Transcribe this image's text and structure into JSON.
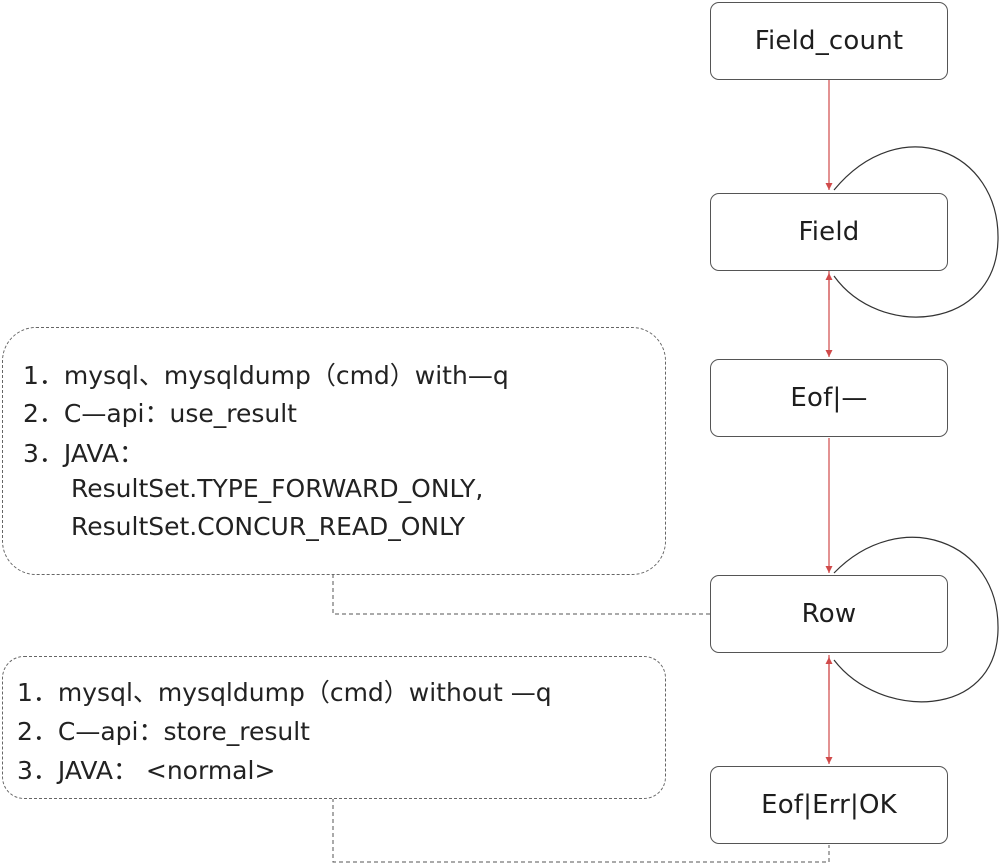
{
  "nodes": [
    {
      "id": "field-count",
      "label": "Field_count"
    },
    {
      "id": "field",
      "label": "Field"
    },
    {
      "id": "eof",
      "label": "Eof|—"
    },
    {
      "id": "row",
      "label": "Row"
    },
    {
      "id": "eof-err-ok",
      "label": "Eof|Err|OK"
    }
  ],
  "notes": {
    "streaming": {
      "lines": [
        "1．mysql、mysqldump（cmd）with—q",
        "2．C—api：use_result",
        "3．JAVA：",
        "ResultSet.TYPE_FORWARD_ONLY,",
        "ResultSet.CONCUR_READ_ONLY"
      ]
    },
    "buffered": {
      "lines": [
        "1．mysql、mysqldump（cmd）without —q",
        "2．C—api：store_result",
        "3．JAVA： <normal>"
      ]
    }
  },
  "colors": {
    "arrow": "#d04a4a",
    "loop": "#333333",
    "connector": "#555555",
    "border": "#555555"
  }
}
